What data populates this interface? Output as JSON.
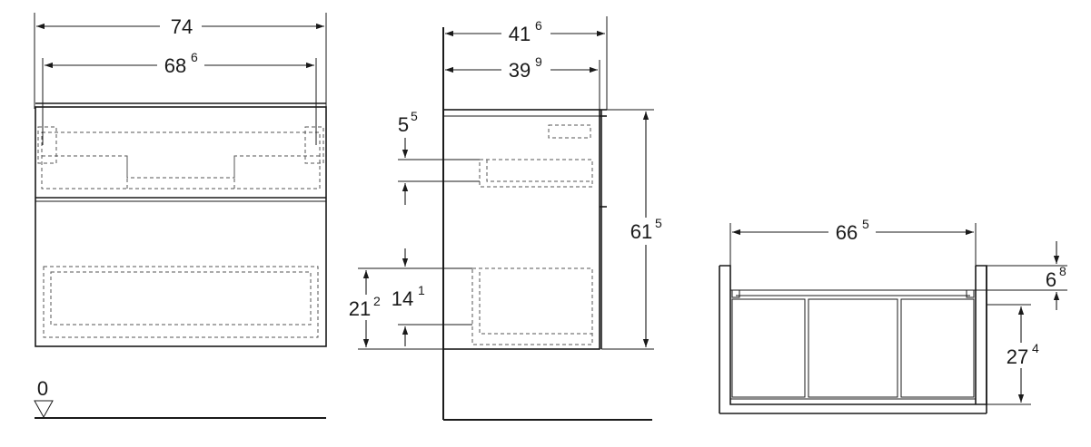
{
  "front_view": {
    "width_overall": {
      "main": "74",
      "sup": ""
    },
    "width_inner": {
      "main": "68",
      "sup": "6"
    },
    "floor_level": "0"
  },
  "side_view": {
    "depth_overall": {
      "main": "41",
      "sup": "6"
    },
    "depth_body": {
      "main": "39",
      "sup": "9"
    },
    "top_offset": {
      "main": "5",
      "sup": "5"
    },
    "height": {
      "main": "61",
      "sup": "5"
    },
    "lower_offset": {
      "main": "21",
      "sup": "2"
    },
    "lower_gap": {
      "main": "14",
      "sup": "1"
    }
  },
  "top_view": {
    "inner_width": {
      "main": "66",
      "sup": "5"
    },
    "rim": {
      "main": "6",
      "sup": "8"
    },
    "inner_depth": {
      "main": "27",
      "sup": "4"
    }
  }
}
